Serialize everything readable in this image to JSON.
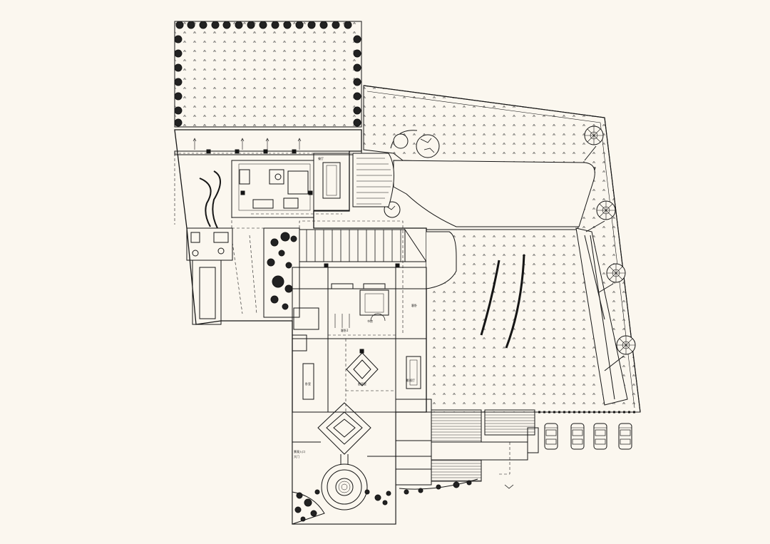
{
  "colors": {
    "background": "#fbf7ef",
    "line": "#151515",
    "fill": "#fbf7ef"
  },
  "labels": {
    "room_top": "餐厅",
    "room_1": "客卧",
    "room_2": "客卧2",
    "room_3": "书房",
    "room_4": "卧室",
    "room_5": "起居室",
    "room_6": "影视厅",
    "entrance_1": "景观入口",
    "entrance_2": "大门"
  }
}
